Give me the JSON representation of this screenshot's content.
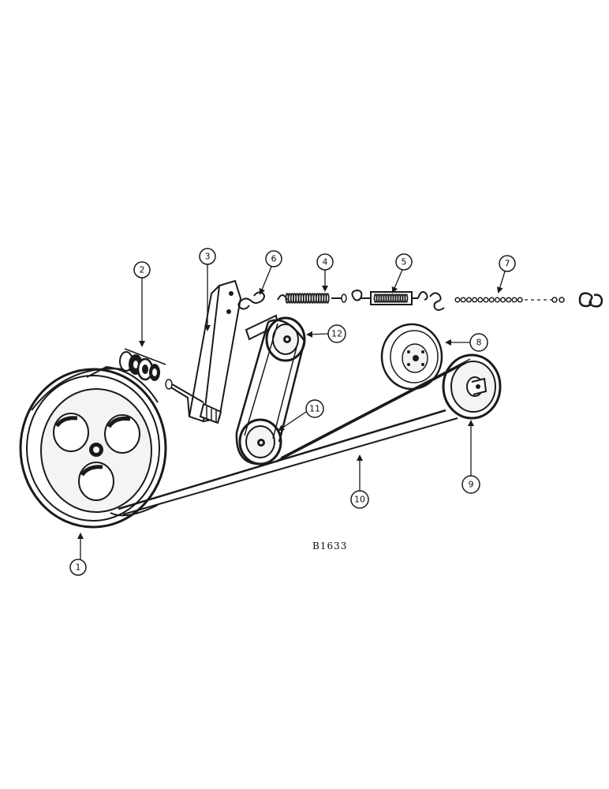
{
  "diagram": {
    "figure_ref": "B1633",
    "callouts": [
      "1",
      "2",
      "3",
      "4",
      "5",
      "6",
      "7",
      "8",
      "9",
      "10",
      "11",
      "12"
    ]
  }
}
